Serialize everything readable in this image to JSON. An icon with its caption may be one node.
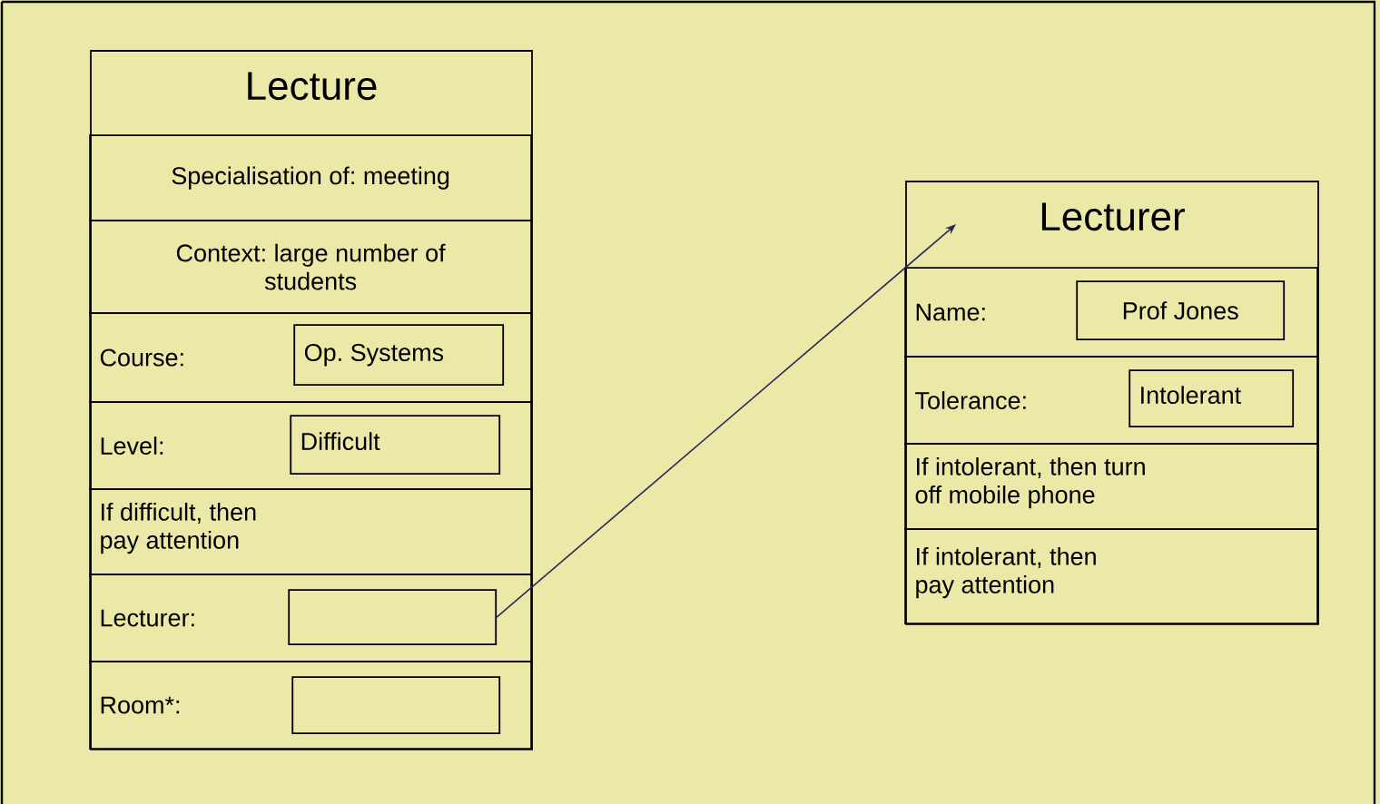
{
  "diagram": {
    "nodes": [
      {
        "text": [
          "Lecture"
        ]
      },
      {
        "text": [
          "Specialisation of: meeting"
        ],
        "in": 0
      },
      {
        "text": [
          "Context: large number of students"
        ],
        "in": 0
      },
      {
        "text": [
          "Course:"
        ],
        "in": 0
      },
      {
        "text": [
          "Op. Systems"
        ],
        "in": 3
      },
      {
        "text": [
          "Level:"
        ],
        "in": 0
      },
      {
        "text": [
          "Difficult"
        ],
        "in": 5
      },
      {
        "text": [
          "If difficult, then pay attention"
        ],
        "in": 0
      },
      {
        "text": [
          "Lecturer:"
        ],
        "in": 0
      },
      {
        "text": [],
        "shape": "box",
        "in": 8
      },
      {
        "text": [
          "Room*:"
        ],
        "in": 0
      },
      {
        "text": [],
        "shape": "box",
        "in": 10
      },
      {
        "text": [
          "Lecturer"
        ]
      },
      {
        "text": [
          "Name:"
        ],
        "in": 12
      },
      {
        "text": [
          "Prof Jones"
        ],
        "in": 13
      },
      {
        "text": [
          "Tolerance:"
        ],
        "in": 12
      },
      {
        "text": [
          "Intolerant"
        ],
        "in": 15
      },
      {
        "text": [
          "If intolerant, then turn off mobile phone"
        ],
        "in": 12
      },
      {
        "text": [
          "If intolerant, then pay attention"
        ],
        "in": 12
      }
    ],
    "edges": [
      {
        "from": 9,
        "to": 12,
        "arrow": "to"
      }
    ]
  }
}
